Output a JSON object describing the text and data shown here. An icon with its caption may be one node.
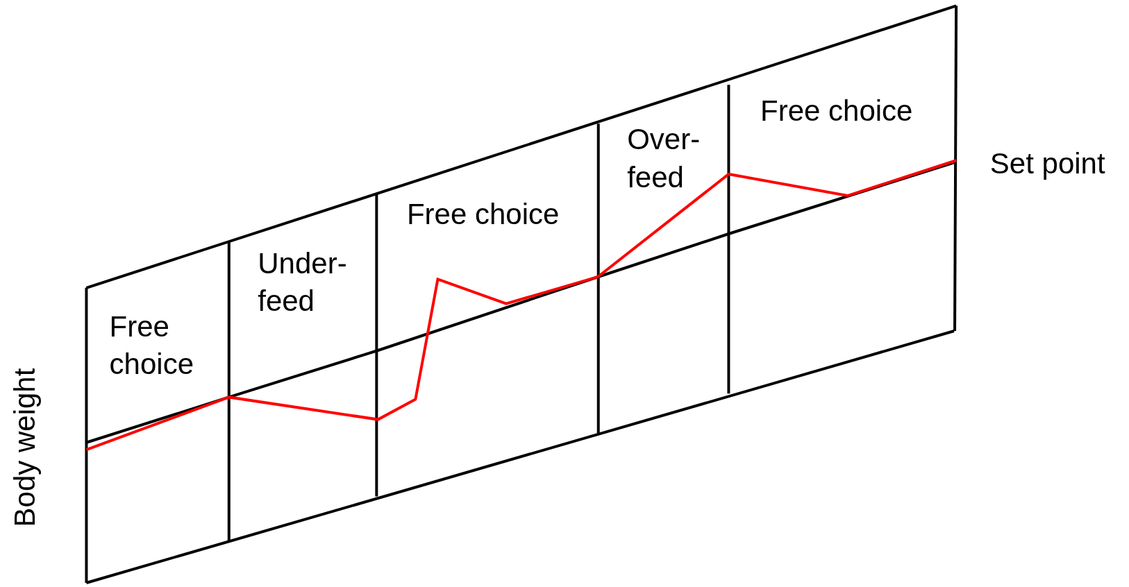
{
  "diagram": {
    "labels": [
      "Free choice",
      "Under- feed",
      "Free choice",
      "Over- feed",
      "Free choice",
      "Set point",
      "Body weight"
    ]
  }
}
